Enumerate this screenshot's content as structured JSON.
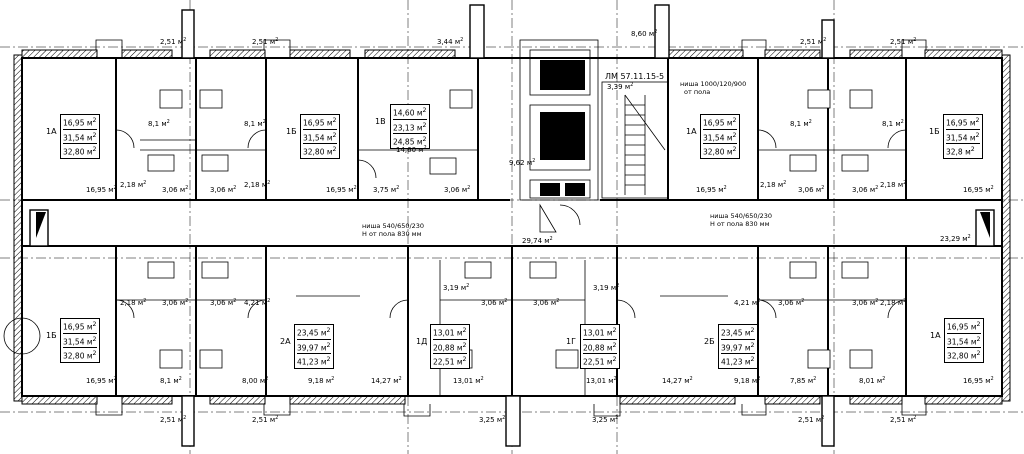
{
  "stair_mark": "ЛМ 57.11.15-5",
  "niche_top": [
    "ниша 1000/120/900",
    "от пола"
  ],
  "niche_left": [
    "ниша 540/650/230",
    "Н от пола 830 мм"
  ],
  "niche_right": [
    "ниша 540/650/230",
    "Н от пола 830 мм"
  ],
  "apartments": [
    {
      "type": "1А",
      "areas": [
        "16,95",
        "31,54",
        "32,80"
      ]
    },
    {
      "type": "1Б",
      "areas": [
        "16,95",
        "31,54",
        "32,80"
      ]
    },
    {
      "type": "1В",
      "areas": [
        "14,60",
        "23,13",
        "24,85"
      ]
    },
    {
      "type": "1А",
      "areas": [
        "16,95",
        "31,54",
        "32,80"
      ]
    },
    {
      "type": "1Б",
      "areas": [
        "16,95",
        "31,54",
        "32,8"
      ]
    },
    {
      "type": "1Б",
      "areas": [
        "16,95",
        "31,54",
        "32,80"
      ]
    },
    {
      "type": "2А",
      "areas": [
        "23,45",
        "39,97",
        "41,23"
      ]
    },
    {
      "type": "1Д",
      "areas": [
        "13,01",
        "20,88",
        "22,51"
      ]
    },
    {
      "type": "1Г",
      "areas": [
        "13,01",
        "20,88",
        "22,51"
      ]
    },
    {
      "type": "2Б",
      "areas": [
        "23,45",
        "39,97",
        "41,23"
      ]
    },
    {
      "type": "1А",
      "areas": [
        "16,95",
        "31,54",
        "32,80"
      ]
    }
  ],
  "area_labels": [
    "2,51",
    "2,51",
    "3,44",
    "8,60",
    "2,51",
    "2,51",
    "3,39",
    "8,1",
    "8,1",
    "14,60",
    "8,1",
    "8,1",
    "9,62",
    "2,18",
    "3,06",
    "3,06",
    "2,18",
    "16,95",
    "16,95",
    "3,75",
    "3,06",
    "16,95",
    "2,18",
    "3,06",
    "3,06",
    "2,18",
    "16,95",
    "29,74",
    "23,29",
    "2,18",
    "3,06",
    "3,06",
    "4,21",
    "3,19",
    "3,06",
    "3,06",
    "3,19",
    "4,21",
    "3,06",
    "3,06",
    "2,18",
    "16,95",
    "8,1",
    "8,00",
    "9,18",
    "14,27",
    "13,01",
    "13,01",
    "14,27",
    "9,18",
    "7,85",
    "8,01",
    "16,95",
    "2,51",
    "2,51",
    "3,25",
    "3,25",
    "2,51",
    "2,51"
  ],
  "unit_symbol": "м",
  "unit_power": "2"
}
